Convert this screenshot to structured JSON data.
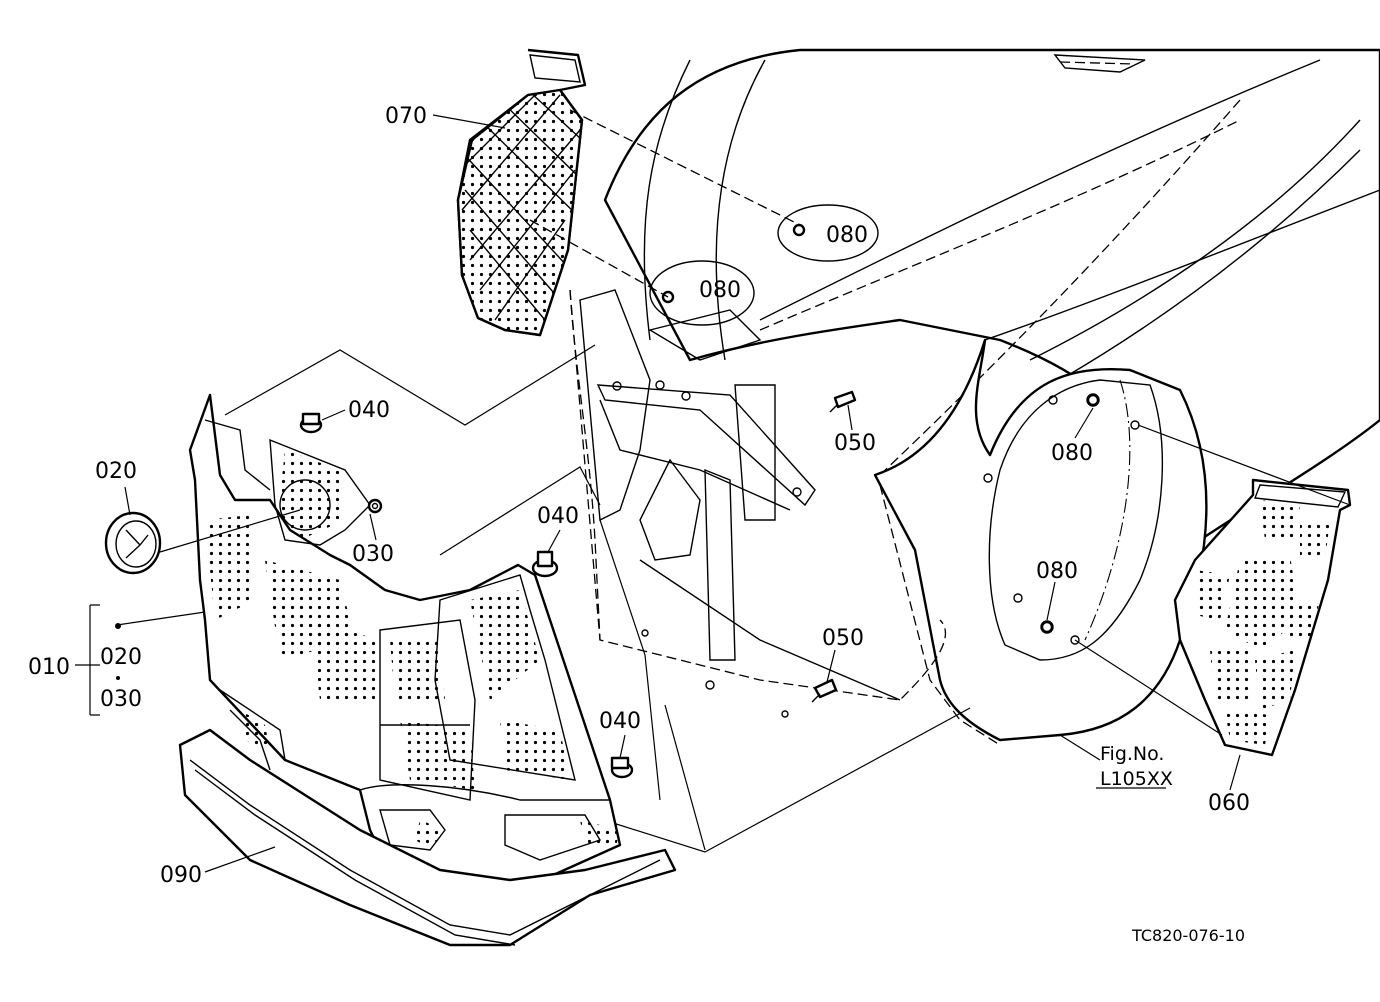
{
  "labels": {
    "p010": "010",
    "p020a": "020",
    "p020b": "020",
    "p030a": "030",
    "p030b": "030",
    "p040a": "040",
    "p040b": "040",
    "p040c": "040",
    "p050a": "050",
    "p050b": "050",
    "p060": "060",
    "p070": "070",
    "p080a": "080",
    "p080b": "080",
    "p080c": "080",
    "p080d": "080",
    "p090": "090"
  },
  "reference": {
    "fig_line1": "Fig.No.",
    "fig_line2": "L105XX"
  },
  "drawing_code": "TC820-076-10"
}
